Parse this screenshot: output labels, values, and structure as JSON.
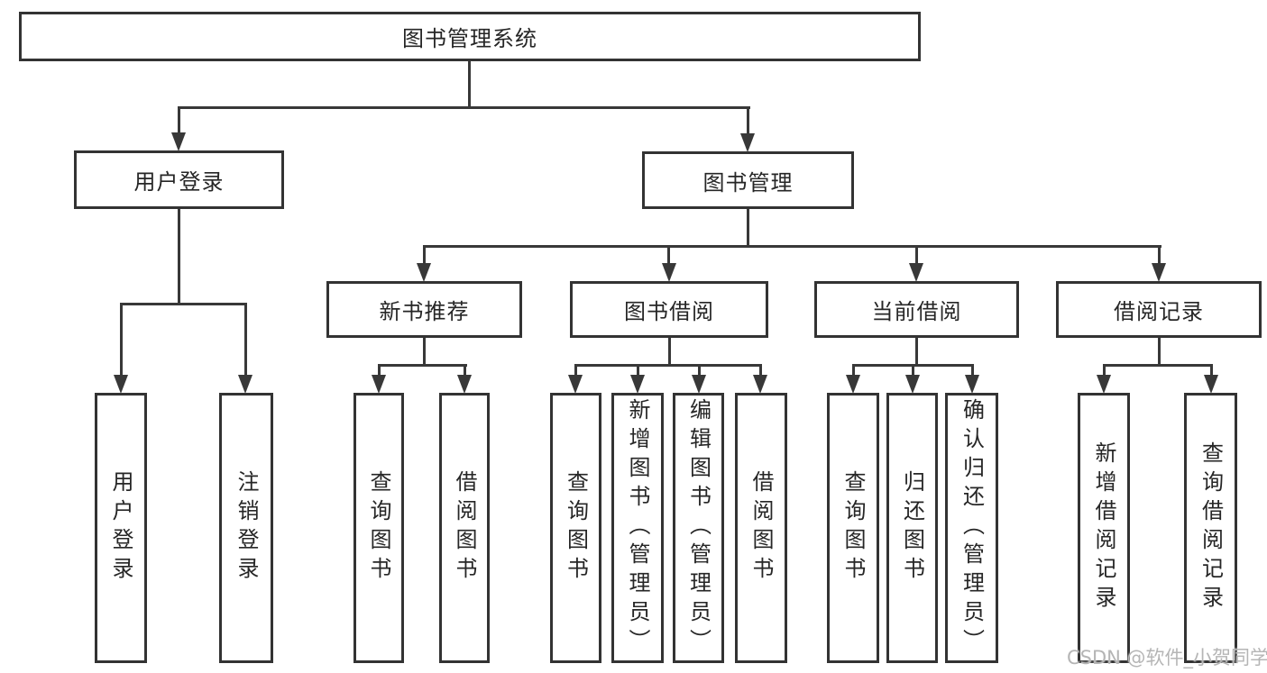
{
  "tree": {
    "root": {
      "label": "图书管理系统",
      "children": [
        {
          "label": "用户登录",
          "children": [
            {
              "label": "用户登录"
            },
            {
              "label": "注销登录"
            }
          ]
        },
        {
          "label": "图书管理",
          "children": [
            {
              "label": "新书推荐",
              "children": [
                {
                  "label": "查询图书"
                },
                {
                  "label": "借阅图书"
                }
              ]
            },
            {
              "label": "图书借阅",
              "children": [
                {
                  "label": "查询图书"
                },
                {
                  "label": "新增图书（管理员）"
                },
                {
                  "label": "编辑图书（管理员）"
                },
                {
                  "label": "借阅图书"
                }
              ]
            },
            {
              "label": "当前借阅",
              "children": [
                {
                  "label": "查询图书"
                },
                {
                  "label": "归还图书"
                },
                {
                  "label": "确认归还（管理员）"
                }
              ]
            },
            {
              "label": "借阅记录",
              "children": [
                {
                  "label": "新增借阅记录"
                },
                {
                  "label": "查询借阅记录"
                }
              ]
            }
          ]
        }
      ]
    }
  },
  "watermark": {
    "text": "CSDN @软件_小贺同学",
    "color": "#b5b5b5"
  },
  "colors": {
    "background": "#ffffff",
    "line": "#383838",
    "box_border": "#333333",
    "text": "#262626"
  }
}
